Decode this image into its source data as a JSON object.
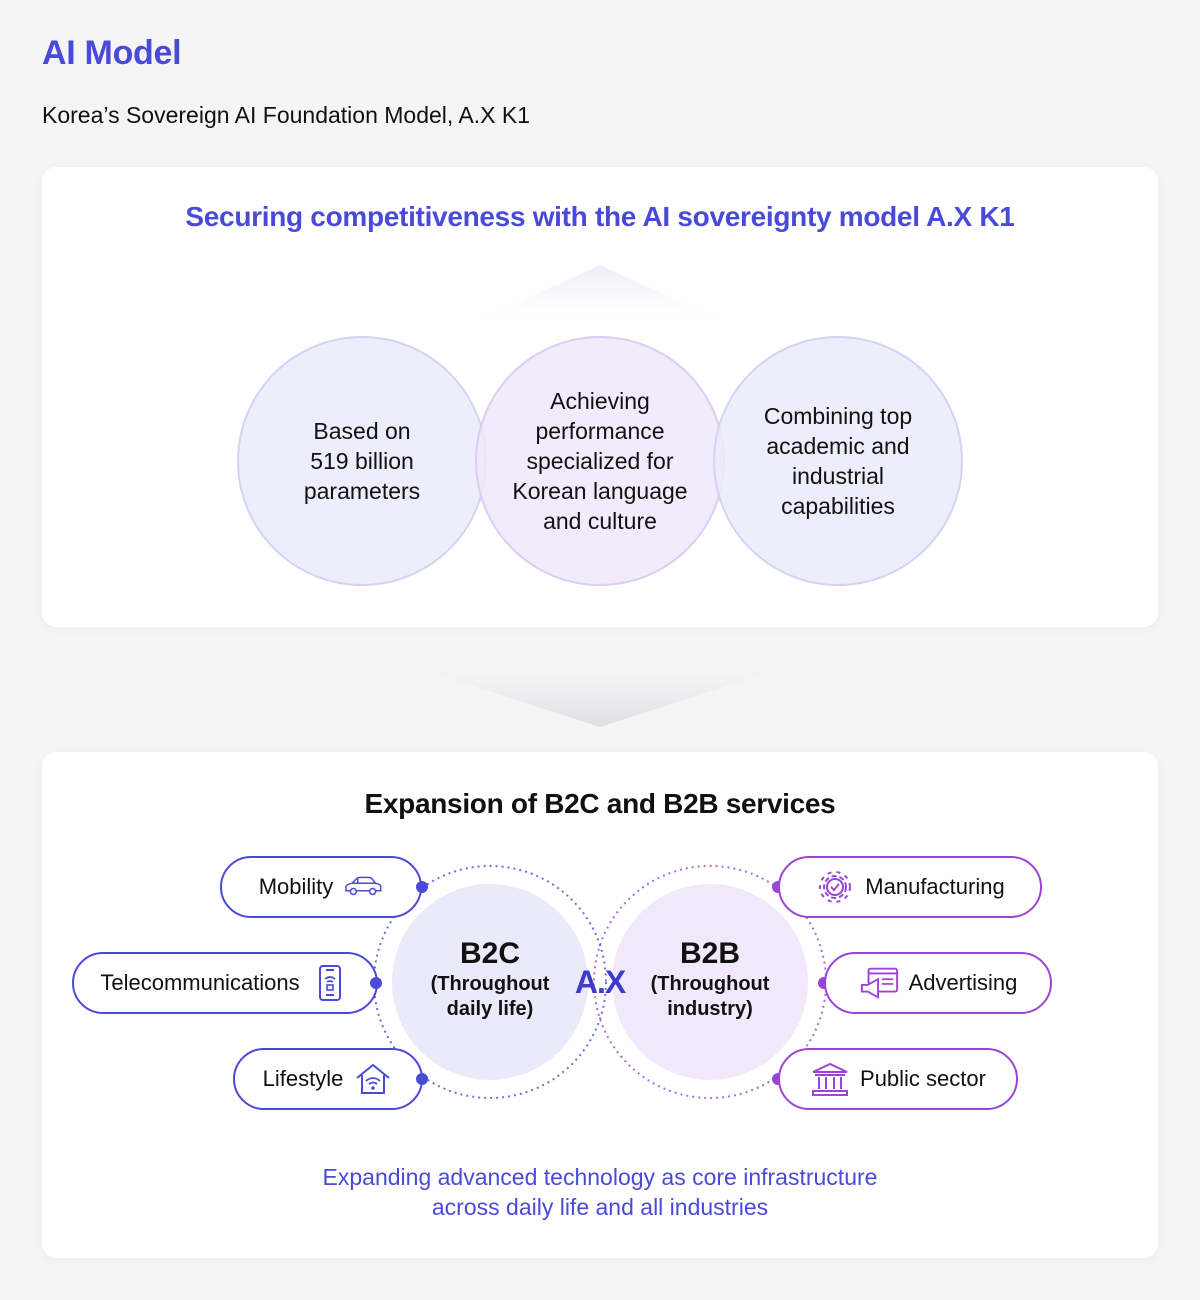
{
  "header": {
    "title": "AI Model",
    "subtitle": "Korea’s Sovereign AI Foundation Model, A.X K1"
  },
  "top_card": {
    "heading": "Securing competitiveness with the AI sovereignty model A.X K1",
    "circles": [
      {
        "lines": [
          "Based on",
          "519 billion",
          "parameters"
        ]
      },
      {
        "lines": [
          "Achieving",
          "performance",
          "specialized for",
          "Korean language",
          "and culture"
        ]
      },
      {
        "lines": [
          "Combining top",
          "academic and",
          "industrial",
          "capabilities"
        ]
      }
    ]
  },
  "bottom_card": {
    "heading": "Expansion of B2C and B2B services",
    "b2c": {
      "title": "B2C",
      "sub1": "(Throughout",
      "sub2": "daily life)"
    },
    "b2b": {
      "title": "B2B",
      "sub1": "(Throughout",
      "sub2": "industry)"
    },
    "logo": "A.X",
    "b2c_items": [
      {
        "label": "Mobility",
        "icon": "car-icon"
      },
      {
        "label": "Telecommunications",
        "icon": "smartphone-icon"
      },
      {
        "label": "Lifestyle",
        "icon": "smart-home-icon"
      }
    ],
    "b2b_items": [
      {
        "label": "Manufacturing",
        "icon": "gear-icon"
      },
      {
        "label": "Advertising",
        "icon": "megaphone-icon"
      },
      {
        "label": "Public sector",
        "icon": "government-building-icon"
      }
    ],
    "tagline": [
      "Expanding advanced technology as core infrastructure",
      "across daily life and all industries"
    ]
  },
  "colors": {
    "accent_blue": "#4a4ad8",
    "accent_purple": "#9b45d8",
    "b2c_fill": "#ebeafb",
    "b2b_fill": "#f1e9fb"
  }
}
